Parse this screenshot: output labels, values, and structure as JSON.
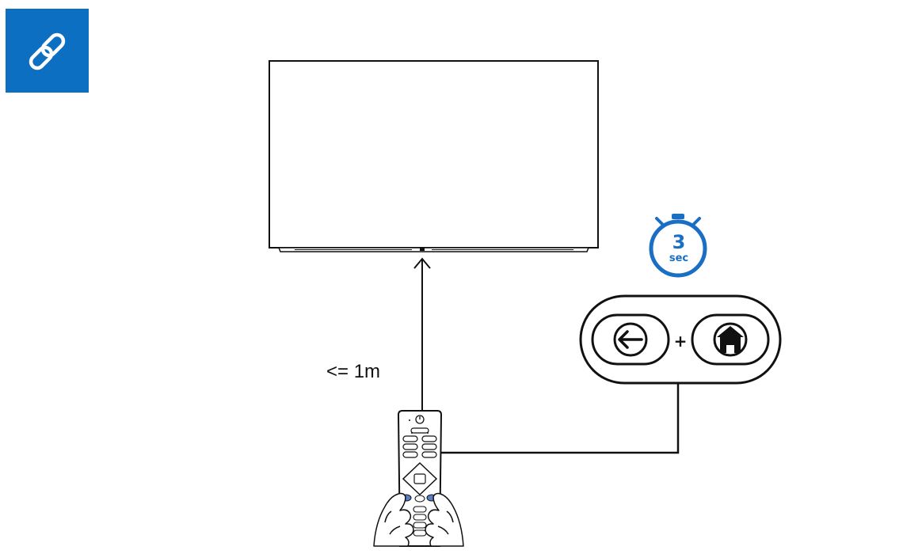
{
  "badge": {
    "icon": "link-icon",
    "color": "#0c6fc1"
  },
  "distance": {
    "label": "<= 1m"
  },
  "timer": {
    "value": "3",
    "unit": "sec",
    "color": "#1a6fc4"
  },
  "buttons": {
    "first_icon": "arrow-left-icon",
    "operator": "+",
    "second_icon": "home-icon"
  }
}
